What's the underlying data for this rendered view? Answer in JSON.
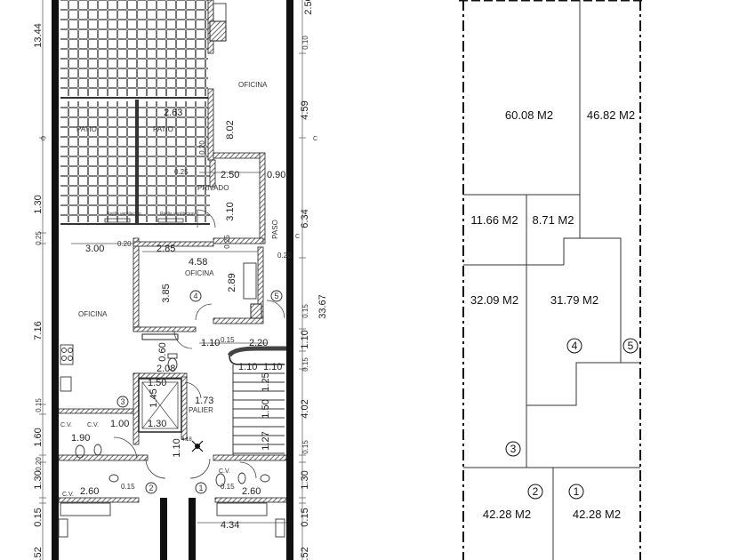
{
  "plan": {
    "rooms": {
      "oficina_top": "OFICINA",
      "patio_left": "PATIO",
      "patio_right": "PATIO",
      "privado": "PRIVADO",
      "paso": "PASO",
      "oficina_mid": "OFICINA",
      "oficina_left": "OFICINA",
      "palier": "PALIER",
      "rejilla_left": "Rejilla ventilacion",
      "rejilla_right": "Rejilla ventilacion",
      "cv_1": "C.V.",
      "cv_2": "C.V.",
      "cv_3": "C.V.",
      "cv_4": "C.V.",
      "c_1": "C",
      "c_2": "C",
      "c_3": "C"
    },
    "left_dims": [
      "13.44",
      "1.30",
      "0.25",
      "7.16",
      "0.15",
      "1.60",
      "0.20",
      "1.30",
      "0.15",
      "0.52"
    ],
    "right_dims": [
      "2.50",
      "0.10",
      "4.59",
      "6.34",
      "0.20",
      "33.67",
      "0.15",
      "1.10",
      "0.15",
      "4.02",
      "0.15",
      "1.30",
      "0.15",
      "0.52"
    ],
    "inner_dims": {
      "d_2_63": "2.63",
      "d_8_02": "8.02",
      "d_0_20a": "0.20",
      "d_0_25a": "0.25",
      "d_2_50": "2.50",
      "d_0_90": "0.90",
      "d_3_10": "3.10",
      "d_3_00": "3.00",
      "d_0_20b": "0.20",
      "d_2_85": "2.85",
      "d_0_25b": "0.25",
      "d_4_58": "4.58",
      "d_3_85": "3.85",
      "d_2_89": "2.89",
      "d_0_60": "0.60",
      "d_1_10a": "1.10",
      "d_0_15a": "0.15",
      "d_2_20": "2.20",
      "d_2_08": "2.08",
      "d_1_10b": "1.10",
      "d_1_10c": "1.10",
      "d_1_50a": "1.50",
      "d_1_25": "1.25",
      "d_1_45": "1.45",
      "d_1_73": "1.73",
      "d_1_50b": "1.50",
      "d_1_30a": "1.30",
      "d_1_00": "1.00",
      "d_1_90": "1.90",
      "d_4_18": "4.18",
      "d_1_10d": "1.10",
      "d_1_27": "1.27",
      "d_2_60a": "2.60",
      "d_0_15b": "0.15",
      "d_0_15c": "0.15",
      "d_2_60b": "2.60",
      "d_4_34": "4.34"
    },
    "unit_numbers": [
      "1",
      "2",
      "3",
      "4",
      "5"
    ]
  },
  "areas": {
    "a1": "60.08 M2",
    "a2": "46.82 M2",
    "a3": "11.66 M2",
    "a4": "8.71 M2",
    "a5": "32.09 M2",
    "a6": "31.79 M2",
    "a7": "42.28 M2",
    "a8": "42.28 M2",
    "units": [
      "4",
      "5",
      "3",
      "2",
      "1"
    ]
  }
}
